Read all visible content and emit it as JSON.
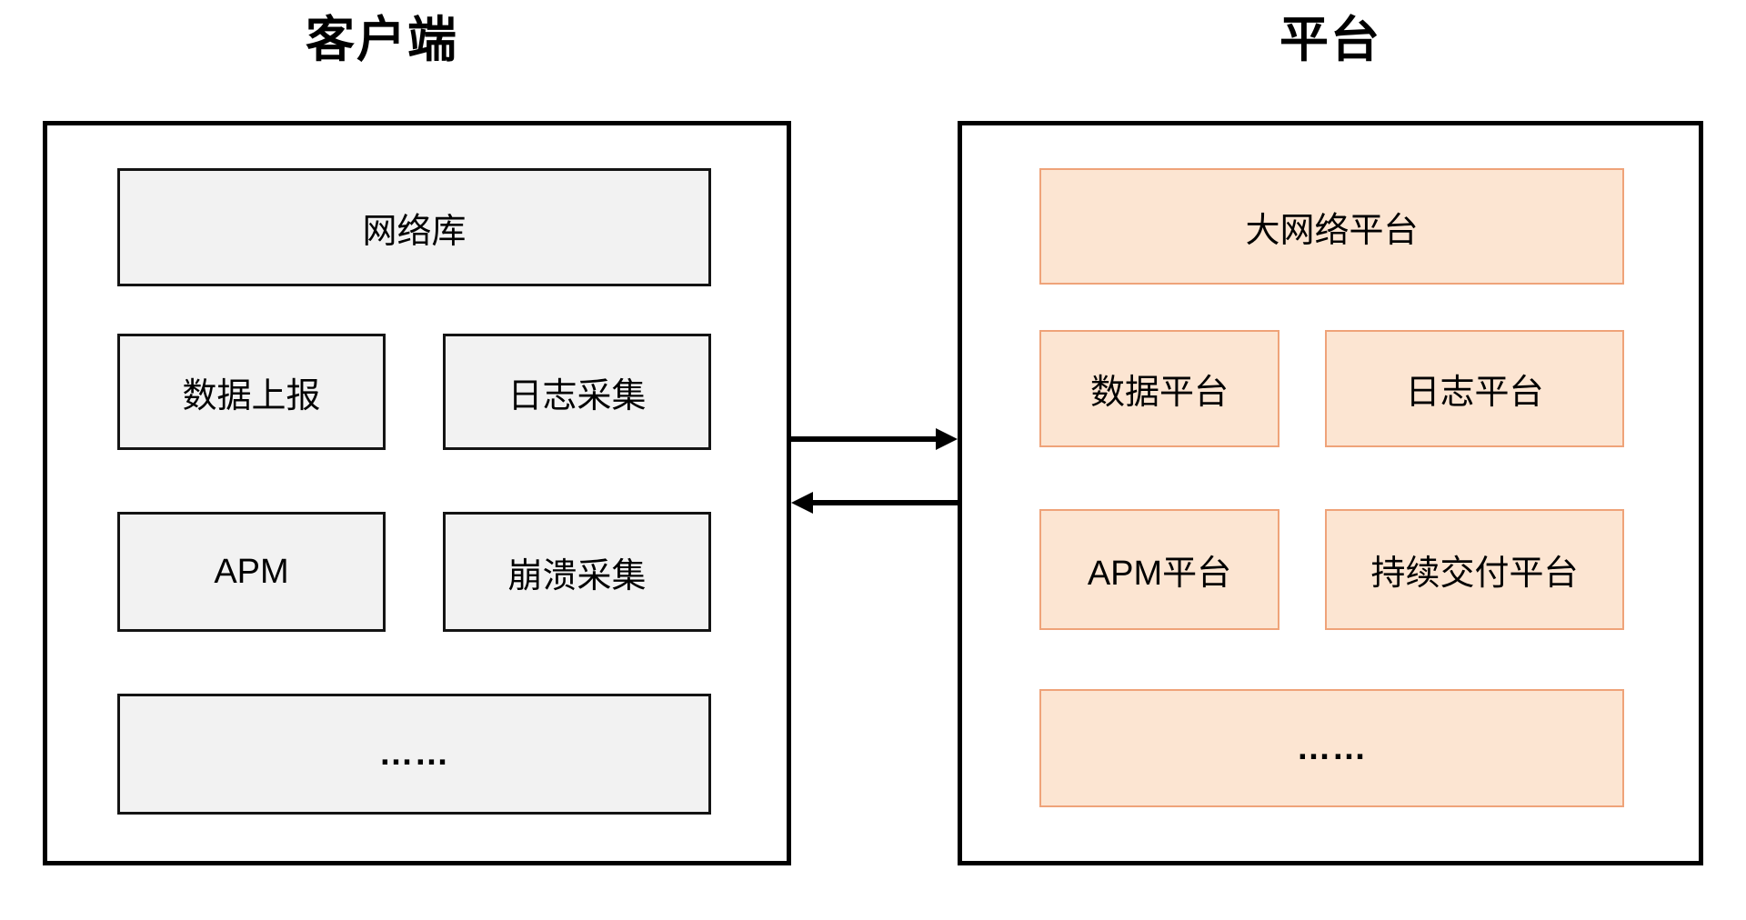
{
  "left_panel": {
    "title": "客户端",
    "items": [
      {
        "label": "网络库"
      },
      {
        "label": "数据上报"
      },
      {
        "label": "日志采集"
      },
      {
        "label": "APM"
      },
      {
        "label": "崩溃采集"
      },
      {
        "label": "……"
      }
    ]
  },
  "right_panel": {
    "title": "平台",
    "items": [
      {
        "label": "大网络平台"
      },
      {
        "label": "数据平台"
      },
      {
        "label": "日志平台"
      },
      {
        "label": "APM平台"
      },
      {
        "label": "持续交付平台"
      },
      {
        "label": "……"
      }
    ]
  },
  "colors": {
    "background": "#ffffff",
    "text": "#000000",
    "panel_border": "#000000",
    "arrow": "#000000",
    "client_box_fill": "#f2f2f2",
    "client_box_border": "#141414",
    "platform_box_fill": "#fce5d2",
    "platform_box_border": "#efa379"
  }
}
